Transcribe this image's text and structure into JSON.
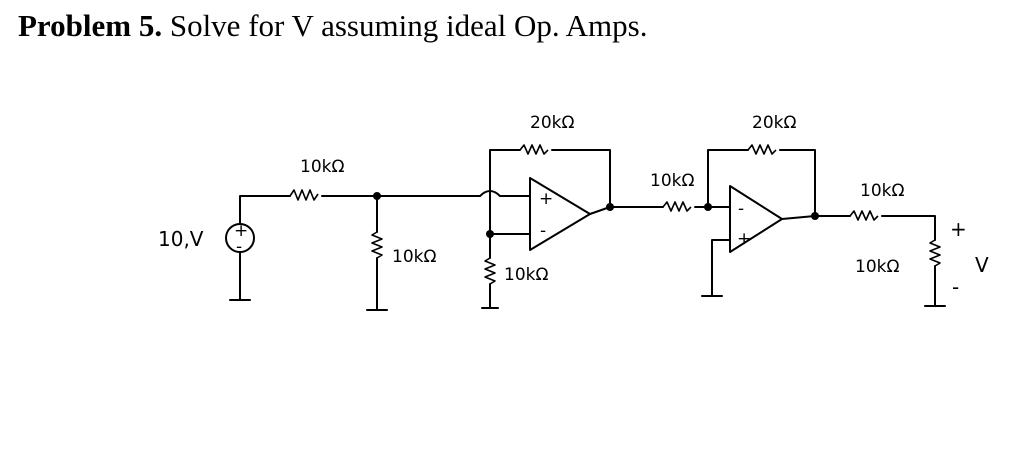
{
  "problem": {
    "label": "Problem 5.",
    "text": " Solve for V assuming ideal Op. Amps."
  },
  "circuit": {
    "source_label": "10,V",
    "source_plus": "+",
    "source_minus": "-",
    "r_series_1": "10kΩ",
    "r_shunt_1": "10kΩ",
    "r_shunt_2": "10kΩ",
    "r_feedback_1": "20kΩ",
    "opamp1_plus": "+",
    "opamp1_minus": "-",
    "r_series_2": "10kΩ",
    "r_feedback_2": "20kΩ",
    "opamp2_plus": "+",
    "opamp2_minus": "-",
    "r_series_3": "10kΩ",
    "r_load": "10kΩ",
    "output_plus": "+",
    "output_minus": "-",
    "output_label": "V"
  }
}
